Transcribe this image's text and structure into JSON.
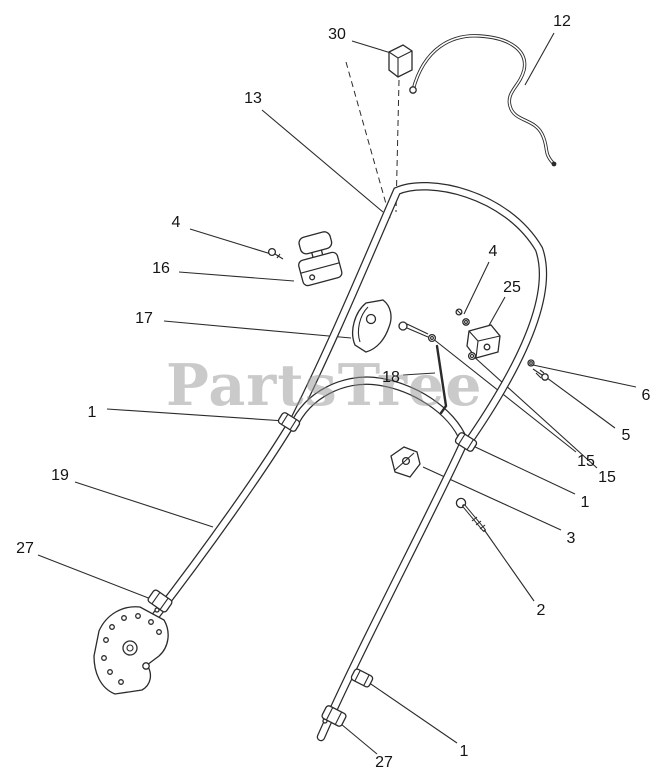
{
  "page": {
    "background_color": "#ffffff",
    "line_color": "#2b2b2b",
    "callout_text_color": "#141414"
  },
  "watermark": {
    "text": "PartsTree",
    "color": "#979797"
  },
  "callouts": [
    {
      "label": "30"
    },
    {
      "label": "12"
    },
    {
      "label": "13"
    },
    {
      "label": "4"
    },
    {
      "label": "16"
    },
    {
      "label": "17"
    },
    {
      "label": "4"
    },
    {
      "label": "25"
    },
    {
      "label": "6"
    },
    {
      "label": "5"
    },
    {
      "label": "15"
    },
    {
      "label": "15"
    },
    {
      "label": "18"
    },
    {
      "label": "1"
    },
    {
      "label": "1"
    },
    {
      "label": "3"
    },
    {
      "label": "2"
    },
    {
      "label": "19"
    },
    {
      "label": "27"
    },
    {
      "label": "27"
    },
    {
      "label": "1"
    }
  ]
}
